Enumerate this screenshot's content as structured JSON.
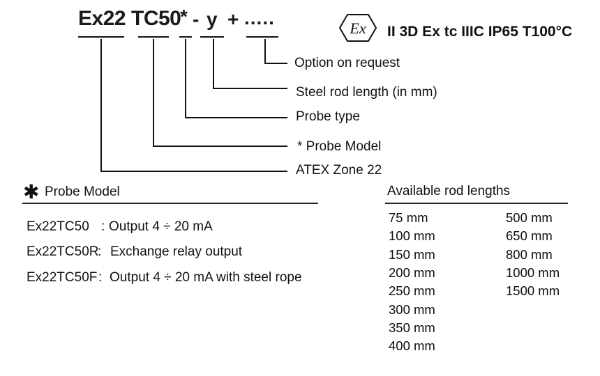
{
  "code": {
    "prefix": "Ex22",
    "model": "TC50",
    "asterisk": "*",
    "dash": "-",
    "y": "y",
    "plus": "+",
    "dots": "....."
  },
  "certification": "II 3D Ex tc IIIC IP65 T100°C",
  "ex_logo_text": "Ex",
  "callouts": [
    "Option on request",
    "Steel rod length (in mm)",
    "Probe type",
    "* Probe Model",
    "ATEX Zone 22"
  ],
  "probe_model": {
    "marker": "✱",
    "title": "Probe Model",
    "rows": [
      {
        "code": "Ex22TC50",
        "sep": ":",
        "desc": "Output  4 ÷ 20 mA"
      },
      {
        "code": "Ex22TC50R",
        "sep": ":",
        "desc": "Exchange relay output"
      },
      {
        "code": "Ex22TC50F",
        "sep": ":",
        "desc": "Output  4 ÷ 20 mA  with steel rope"
      }
    ]
  },
  "rod_lengths": {
    "title": "Available rod lengths",
    "column1": [
      "75   mm",
      "100 mm",
      "150 mm",
      "200 mm",
      "250 mm",
      "300 mm",
      "350 mm",
      "400 mm"
    ],
    "column2": [
      "500   mm",
      "650   mm",
      "800   mm",
      "1000 mm",
      "1500 mm"
    ]
  }
}
